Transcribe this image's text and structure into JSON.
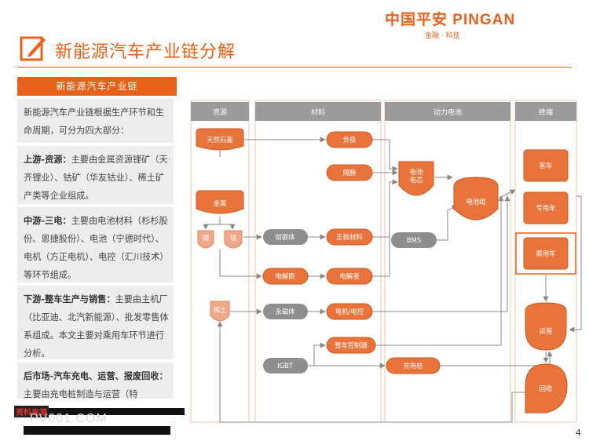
{
  "brand": {
    "logo_text": "中国平安 PINGAN",
    "tagline": "金融 · 科技"
  },
  "page_title": "新能源汽车产业链分解",
  "left_panel": {
    "header": "新能源汽车产业链",
    "intro": "新能源汽车产业链根据生产环节和生命周期，可分为四大部分：",
    "blocks": [
      {
        "title": "上游-资源：",
        "text": "主要由金属资源锂矿（天齐锂业）、钴矿（华友钴业）、稀土矿产类等企业组成。"
      },
      {
        "title": "中游-三电：",
        "text": "主要由电池材料（杉杉股份、恩捷股份）、电池（宁德时代）、电机（方正电机）、电控（汇川技术）等环节组成。"
      },
      {
        "title": "下游-整车生产与销售：",
        "text": "主要由主机厂（比亚迪、北汽新能源）、批发零售体系组成。本文主要对乘用车环节进行分析。"
      },
      {
        "title": "后市场-汽车充电、运营、报废回收：",
        "text": "主要由充电桩制造与运营（特"
      }
    ]
  },
  "footer": {
    "source_label": "资料来源",
    "watermark": "PV001.COM",
    "page_number": "4"
  },
  "diagram": {
    "columns": [
      "资源",
      "材料",
      "动力电池",
      "终端"
    ],
    "nodes": {
      "natural_graphite": "天然石墨",
      "metal": "金属",
      "lithium": "锂",
      "cobalt": "钴",
      "rare_earth": "稀土",
      "anode": "负极",
      "separator": "隔膜",
      "precursor": "前驱体",
      "cathode": "正极材料",
      "electrolyte_salt": "电解质",
      "electrolyte": "电解液",
      "permanent_magnet": "永磁体",
      "motor_control": "电机/电控",
      "vehicle_controller": "整车控制器",
      "igbt": "IGBT",
      "charging_pile": "充电桩",
      "cell": "电池\n电芯",
      "bms": "BMS",
      "battery_pack": "电池组",
      "bus": "客车",
      "special_vehicle": "专用车",
      "passenger_car": "乘用车",
      "operation": "运营",
      "recycling": "回收"
    },
    "colors": {
      "accent": "#e8611a",
      "node_fill": "#e8743b",
      "node_light": "#f0a888",
      "gray": "#8e8e8e",
      "header": "#9b9b9b"
    }
  }
}
